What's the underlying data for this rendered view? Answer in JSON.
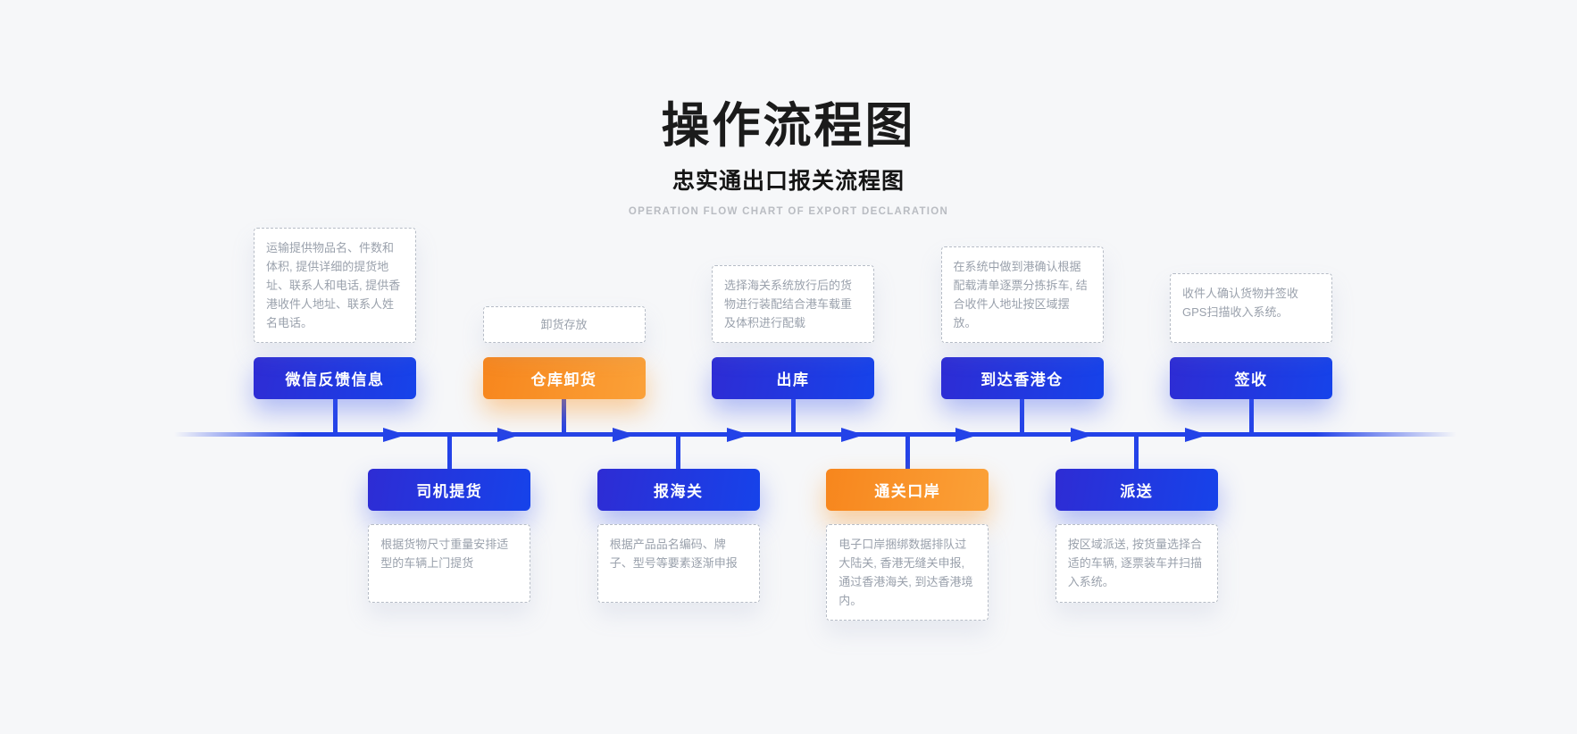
{
  "header": {
    "title": "操作流程图",
    "subtitle": "忠实通出口报关流程图",
    "subtitle_en": "OPERATION FLOW CHART OF EXPORT DECLARATION"
  },
  "colors": {
    "background": "#f6f7f9",
    "timeline_blue": "#2443e8",
    "node_blue_start": "#2e2cd4",
    "node_blue_end": "#1643ea",
    "node_orange_start": "#f7861d",
    "node_orange_end": "#fba138",
    "description_text": "#9aa1ac",
    "description_border": "#b6bcc6",
    "title_text": "#1b1b1b",
    "subtitle_en_text": "#b9bcc2"
  },
  "timeline": {
    "direction": "left-to-right",
    "arrow_icon": "right-pointing-triangle",
    "arrow_count": 8
  },
  "nodes": [
    {
      "label": "微信反馈信息",
      "color": "blue",
      "side": "top",
      "compact": false,
      "description": "运输提供物品名、件数和体积, 提供详细的提货地址、联系人和电话, 提供香港收件人地址、联系人姓名电话。"
    },
    {
      "label": "司机提货",
      "color": "blue",
      "side": "bottom",
      "compact": false,
      "description": "根据货物尺寸重量安排适型的车辆上门提货"
    },
    {
      "label": "仓库卸货",
      "color": "orange",
      "side": "top",
      "compact": true,
      "description": "卸货存放"
    },
    {
      "label": "报海关",
      "color": "blue",
      "side": "bottom",
      "compact": false,
      "description": "根据产品品名编码、牌子、型号等要素逐渐申报"
    },
    {
      "label": "出库",
      "color": "blue",
      "side": "top",
      "compact": false,
      "description": "选择海关系统放行后的货物进行装配结合港车载重及体积进行配载"
    },
    {
      "label": "通关口岸",
      "color": "orange",
      "side": "bottom",
      "compact": false,
      "description": "电子口岸捆绑数据排队过大陆关, 香港无缝关申报, 通过香港海关, 到达香港境内。"
    },
    {
      "label": "到达香港仓",
      "color": "blue",
      "side": "top",
      "compact": false,
      "description": "在系统中做到港确认根据配载清单逐票分拣拆车, 结合收件人地址按区域摆放。"
    },
    {
      "label": "派送",
      "color": "blue",
      "side": "bottom",
      "compact": false,
      "description": "按区域派送, 按货量选择合适的车辆, 逐票装车并扫描入系统。"
    },
    {
      "label": "签收",
      "color": "blue",
      "side": "top",
      "compact": false,
      "description": "收件人确认货物并签收GPS扫描收入系统。"
    }
  ]
}
